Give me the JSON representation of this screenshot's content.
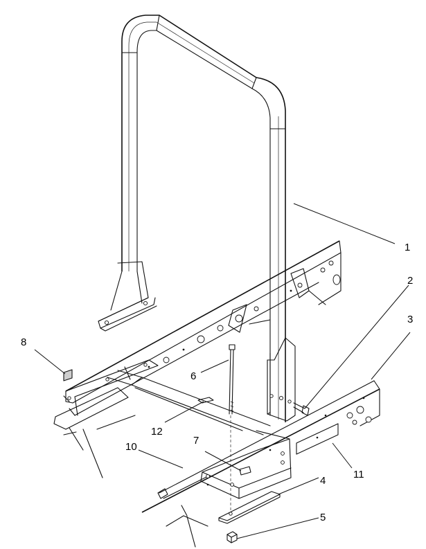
{
  "callouts": [
    {
      "id": "1",
      "text": "1"
    },
    {
      "id": "2",
      "text": "2"
    },
    {
      "id": "3",
      "text": "3"
    },
    {
      "id": "4",
      "text": "4"
    },
    {
      "id": "5",
      "text": "5"
    },
    {
      "id": "6",
      "text": "6"
    },
    {
      "id": "7",
      "text": "7"
    },
    {
      "id": "8",
      "text": "8"
    },
    {
      "id": "10",
      "text": "10"
    },
    {
      "id": "11",
      "text": "11"
    },
    {
      "id": "12",
      "text": "12"
    }
  ]
}
